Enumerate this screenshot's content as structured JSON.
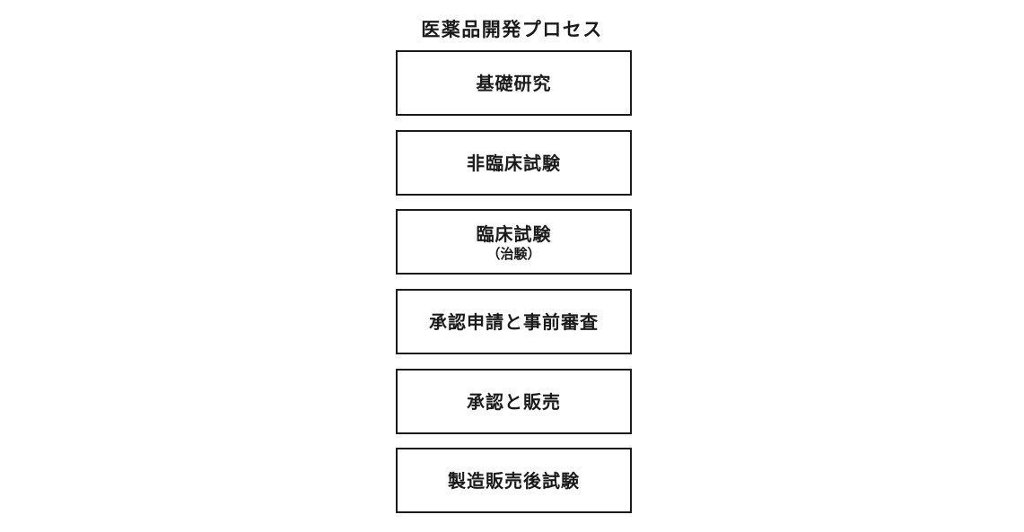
{
  "title": "医薬品開発プロセス",
  "steps": [
    {
      "label": "基礎研究"
    },
    {
      "label": "非臨床試験"
    },
    {
      "label": "臨床試験",
      "sub": "（治験）"
    },
    {
      "label": "承認申請と事前審査"
    },
    {
      "label": "承認と販売"
    },
    {
      "label": "製造販売後試験"
    }
  ],
  "colors": {
    "border": "#1a1a1a",
    "text": "#1a1a1a",
    "background": "#ffffff"
  }
}
